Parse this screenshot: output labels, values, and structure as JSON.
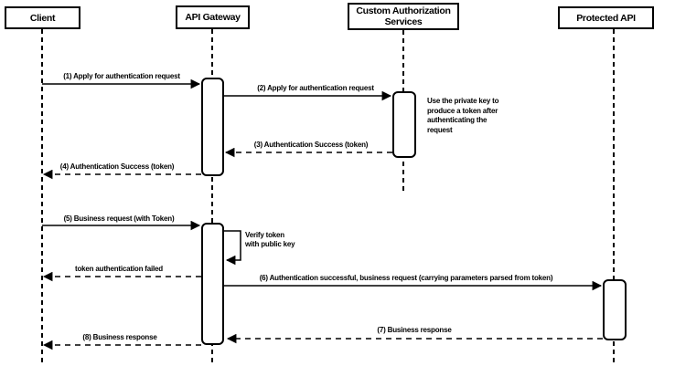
{
  "diagram_type": "sequence-diagram",
  "colors": {
    "line": "#000000",
    "fill": "#ffffff",
    "text": "#000000",
    "background": "#ffffff"
  },
  "participants": [
    {
      "id": "client",
      "label": "Client"
    },
    {
      "id": "api-gateway",
      "label": "API Gateway"
    },
    {
      "id": "custom-authorization-services",
      "label": "Custom Authorization Services"
    },
    {
      "id": "protected-api",
      "label": "Protected API"
    }
  ],
  "messages": [
    {
      "label": "(1) Apply for authentication request",
      "from": "Client",
      "to": "API Gateway",
      "style": "solid"
    },
    {
      "label": "(2) Apply for authentication request",
      "from": "API Gateway",
      "to": "Custom Authorization Services",
      "style": "solid"
    },
    {
      "label": "(3) Authentication Success (token)",
      "from": "Custom Authorization Services",
      "to": "API Gateway",
      "style": "dashed"
    },
    {
      "label": "(4) Authentication Success (token)",
      "from": "API Gateway",
      "to": "Client",
      "style": "dashed"
    },
    {
      "label": "(5) Business request (with Token)",
      "from": "Client",
      "to": "API Gateway",
      "style": "solid"
    },
    {
      "label": "Verify token\nwith public key",
      "from": "API Gateway",
      "to": "API Gateway",
      "style": "self"
    },
    {
      "label": "token authentication failed",
      "from": "API Gateway",
      "to": "Client",
      "style": "dashed"
    },
    {
      "label": "(6) Authentication successful, business request (carrying parameters parsed from token)",
      "from": "API Gateway",
      "to": "Protected API",
      "style": "solid"
    },
    {
      "label": "(7) Business response",
      "from": "Protected API",
      "to": "API Gateway",
      "style": "dashed"
    },
    {
      "label": "(8) Business response",
      "from": "API Gateway",
      "to": "Client",
      "style": "dashed"
    }
  ],
  "note": {
    "text": "Use the private key to produce a token after authenticating the request"
  }
}
